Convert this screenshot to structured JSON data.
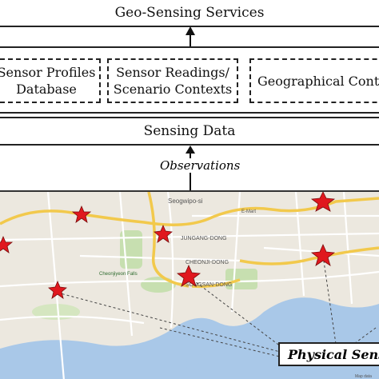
{
  "layers": {
    "top": "Geo-Sensing Services",
    "data": "Sensing Data"
  },
  "middle_boxes": [
    {
      "line1": "Sensor Profiles",
      "line2": "Database"
    },
    {
      "line1": "Sensor Readings/",
      "line2": "Scenario Contexts"
    },
    {
      "line1": "Geographical Context",
      "line2": ""
    }
  ],
  "observations_label": "Observations",
  "map_label": "Physical Sensors",
  "map_text": {
    "district1": "Seogwipo-si",
    "district2": "JUNGANG-DONG",
    "district3": "CHEONJI-DONG",
    "district4": "SONGSAN-DONG",
    "falls": "Cheonjiyeon Falls",
    "mart": "E-Mart",
    "credit": "Map data"
  },
  "colors": {
    "star": "#e0181e",
    "water": "#a9c8e8",
    "land": "#ece8df",
    "park": "#c7dfb0",
    "road_major": "#f2c94c"
  }
}
